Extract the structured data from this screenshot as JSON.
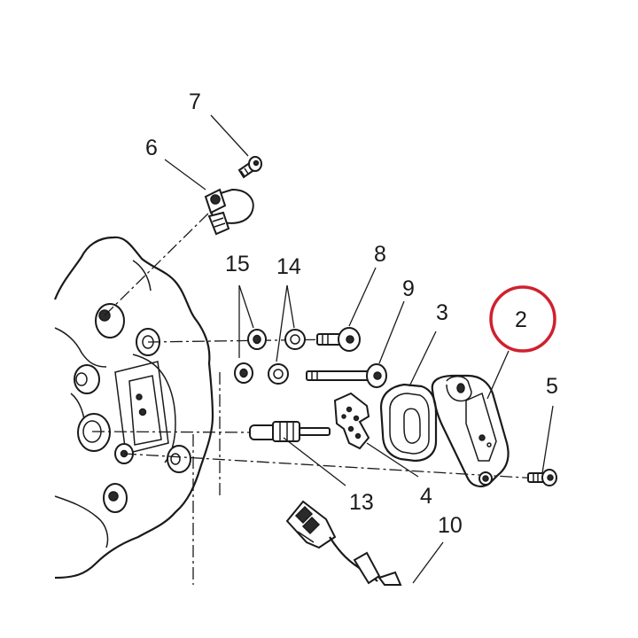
{
  "diagram": {
    "highlight_color": "#d0202e",
    "line_color": "#1a1a1a",
    "highlighted_part": "2",
    "labels": {
      "p2": "2",
      "p3": "3",
      "p4": "4",
      "p5": "5",
      "p6": "6",
      "p7": "7",
      "p8": "8",
      "p9": "9",
      "p10": "10",
      "p13": "13",
      "p14": "14",
      "p15": "15"
    }
  }
}
